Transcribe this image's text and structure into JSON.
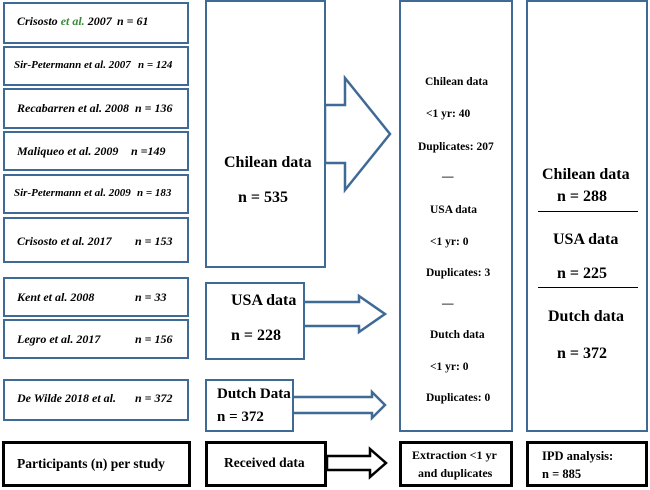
{
  "studies": [
    {
      "author_pre": "Crisosto ",
      "author_accent": "et al.",
      "author_post": " 2007",
      "n": "n = 61"
    },
    {
      "author_pre": "Sir-Petermann et al. 2007",
      "author_accent": "",
      "author_post": "",
      "n": "n = 124"
    },
    {
      "author_pre": "Recabarren et al. 2008",
      "author_accent": "",
      "author_post": "",
      "n": "n = 136"
    },
    {
      "author_pre": "Maliqueo et al. 2009",
      "author_accent": "",
      "author_post": "",
      "n": "n =149"
    },
    {
      "author_pre": "Sir-Petermann et al. 2009",
      "author_accent": "",
      "author_post": "",
      "n": "n = 183"
    },
    {
      "author_pre": "Crisosto et al. 2017",
      "author_accent": "",
      "author_post": "",
      "n": "n = 153"
    },
    {
      "author_pre": "Kent et al. 2008",
      "author_accent": "",
      "author_post": "",
      "n": "n = 33"
    },
    {
      "author_pre": "Legro et al. 2017",
      "author_accent": "",
      "author_post": "",
      "n": "n = 156"
    },
    {
      "author_pre": "De Wilde 2018 et al.",
      "author_accent": "",
      "author_post": "",
      "n": "n = 372"
    }
  ],
  "received": {
    "chilean": {
      "label": "Chilean data",
      "n": "n = 535"
    },
    "usa": {
      "label": "USA data",
      "n": "n = 228"
    },
    "dutch": {
      "label": "Dutch Data",
      "n": "n = 372"
    }
  },
  "extraction": {
    "lines": [
      "Chilean data",
      "<1 yr: 40",
      "Duplicates: 207",
      "—",
      "USA data",
      "<1 yr: 0",
      "Duplicates: 3",
      "—",
      "Dutch data",
      "<1 yr: 0",
      "Duplicates: 0"
    ]
  },
  "ipd": {
    "chilean_label": "Chilean data",
    "chilean_n": "n = 288",
    "usa_label": "USA data",
    "usa_n": "n = 225",
    "dutch_label": "Dutch data",
    "dutch_n": "n = 372"
  },
  "footer": {
    "participants": "Participants (n) per study",
    "received": "Received data",
    "extraction_l1": "Extraction <1 yr",
    "extraction_l2": "and  duplicates",
    "ipd_l1": "IPD analysis:",
    "ipd_l2": "n = 885"
  },
  "colors": {
    "border": "#3f6a96",
    "accent": "#3a8a3a",
    "footer_border": "#000000"
  }
}
